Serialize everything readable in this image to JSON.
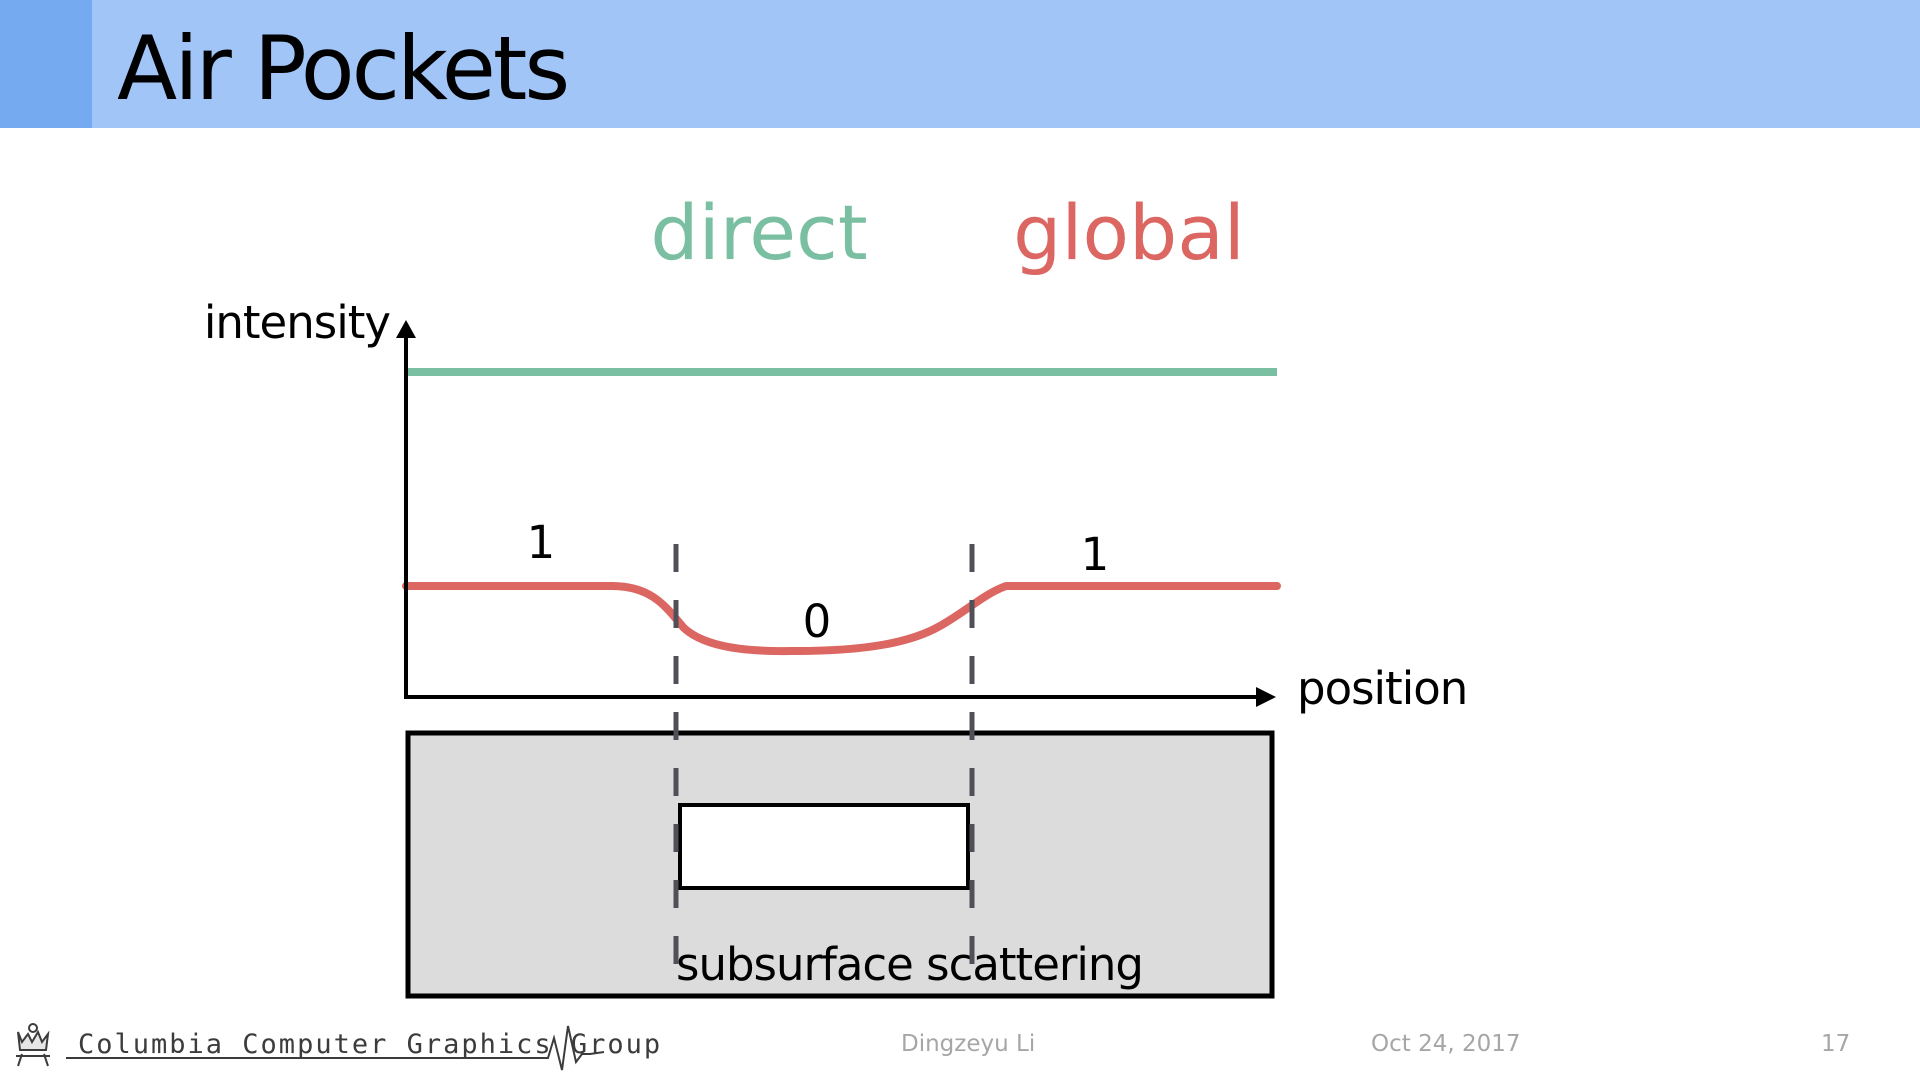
{
  "slide": {
    "title": "Air Pockets"
  },
  "legend": {
    "direct_label": "direct",
    "direct_color": "#7bbfa2",
    "global_label": "global",
    "global_color": "#dc6661"
  },
  "axes": {
    "y_label": "intensity",
    "x_label": "position"
  },
  "curve_labels": {
    "left": "1",
    "middle": "0",
    "right": "1"
  },
  "material": {
    "caption": "subsurface scattering",
    "fill_color": "#dcdcdd"
  },
  "logo": {
    "text": "Columbia Computer Graphics Group",
    "icon": "columbia-crown-icon"
  },
  "footer": {
    "author": "Dingzeyu Li",
    "date": "Oct 24, 2017",
    "page": "17"
  }
}
